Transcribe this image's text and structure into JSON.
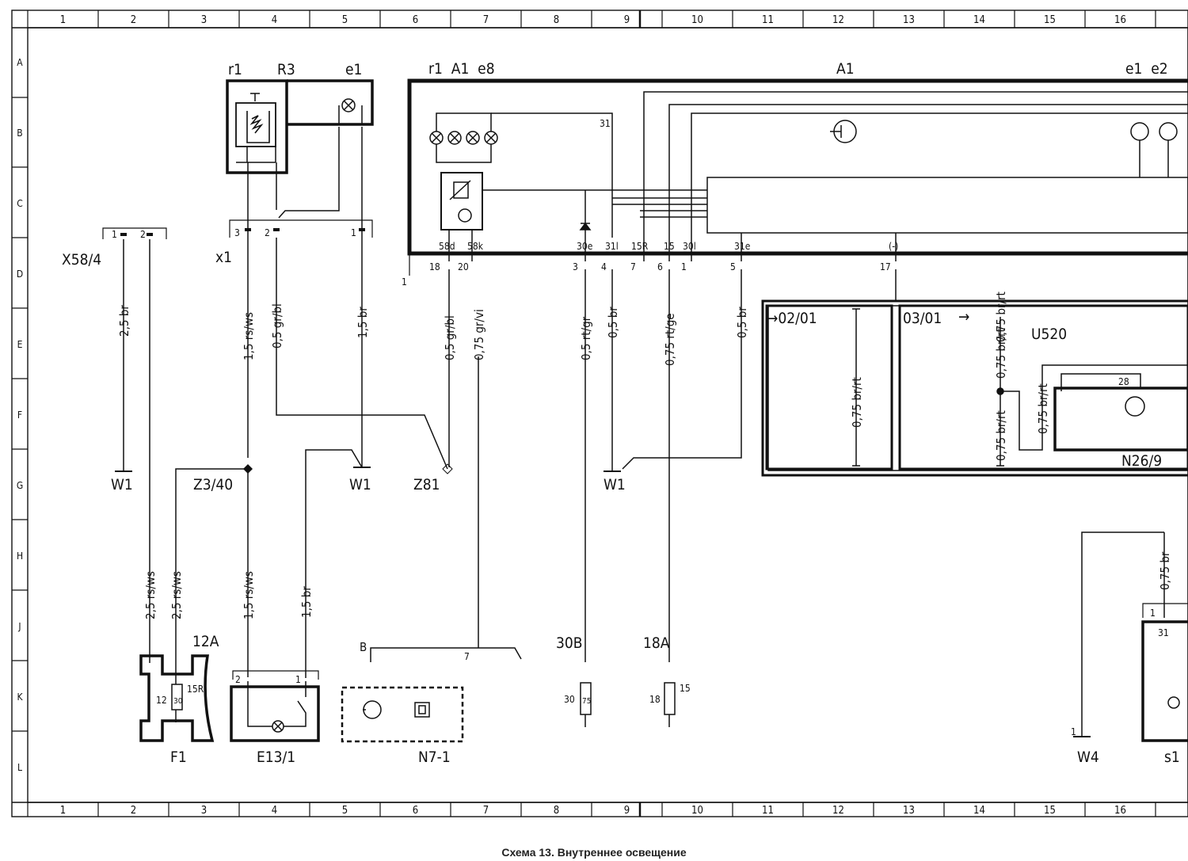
{
  "caption": "Схема 13. Внутреннее освещение",
  "grid": {
    "columns": [
      "1",
      "2",
      "3",
      "4",
      "5",
      "6",
      "7",
      "8",
      "9",
      "10",
      "11",
      "12",
      "13",
      "14",
      "15",
      "16"
    ],
    "rows": [
      "A",
      "B",
      "C",
      "D",
      "E",
      "F",
      "G",
      "H",
      "J",
      "K",
      "L"
    ]
  },
  "components": {
    "r1": "r1",
    "R3": "R3",
    "e1": "e1",
    "x1": "x1",
    "X58_4": "X58/4",
    "A1_group": "r1  A1  e8",
    "A1": "A1",
    "e1e2": "e1  e2",
    "U520": "U520",
    "N26_9": "N26/9",
    "Z3_40": "Z3/40",
    "Z81": "Z81",
    "W1_a": "W1",
    "W1_b": "W1",
    "W1_c": "W1",
    "W4": "W4",
    "F1": "F1",
    "E13_1": "E13/1",
    "N7_1": "N7-1",
    "s1": "s1",
    "12A": "12A",
    "30B": "30B",
    "18A": "18A",
    "B": "B",
    "box_02_01": "→02/01",
    "box_03_01": "03/01"
  },
  "pins": {
    "x1_3": "3",
    "x1_2": "2",
    "x1_1": "1",
    "x58_1": "1",
    "x58_2": "2",
    "A1_58d": "58d",
    "A1_58k": "58k",
    "A1_30e": "30e",
    "A1_31l": "31l",
    "A1_15R": "15R",
    "A1_15": "15",
    "A1_30l": "30l",
    "A1_31e": "31e",
    "A1_minus": "(-)",
    "A1_31": "31",
    "A1_c18": "18",
    "A1_c20": "20",
    "A1_c3": "3",
    "A1_c4": "4",
    "A1_c7": "7",
    "A1_c6": "6",
    "A1_c1": "1",
    "A1_c5": "5",
    "A1_c17": "17",
    "A1_c1left": "1",
    "N26_28": "28",
    "F1_15R": "15R",
    "F1_12": "12",
    "F1_30": "30",
    "E13_2": "2",
    "E13_1p": "1",
    "N7_7": "7",
    "fuse30_30": "30",
    "fuse30_75": "75",
    "fuse18_18": "18",
    "fuse18_15": "15",
    "s1_1": "1",
    "s1_31": "31",
    "W4_1": "1"
  },
  "wires": {
    "w_x58": "2,5 br",
    "w_x1_3": "1,5 rs/ws",
    "w_x1_2": "0,5 gr/bl",
    "w_x1_1": "1,5 br",
    "w_58d": "0,5 gr/bl",
    "w_58k": "0,75 gr/vi",
    "w_30e": "0,5 rt/gr",
    "w_31l": "0,5 br",
    "w_15": "0,75 rt/ge",
    "w_31e": "0,5 br",
    "w_0201": "0,75 br/rt",
    "w_0301a": "0,75 br/rt",
    "w_0301b": "0,75 br/rt",
    "w_0301c": "0,75 br/rt",
    "w_0301d": "0,75 br/rt",
    "w_f1a": "2,5 rs/ws",
    "w_f1b": "2,5 rs/ws",
    "w_e13a": "1,5 rs/ws",
    "w_e13b": "1,5 br",
    "w_s1": "0,75 br"
  }
}
